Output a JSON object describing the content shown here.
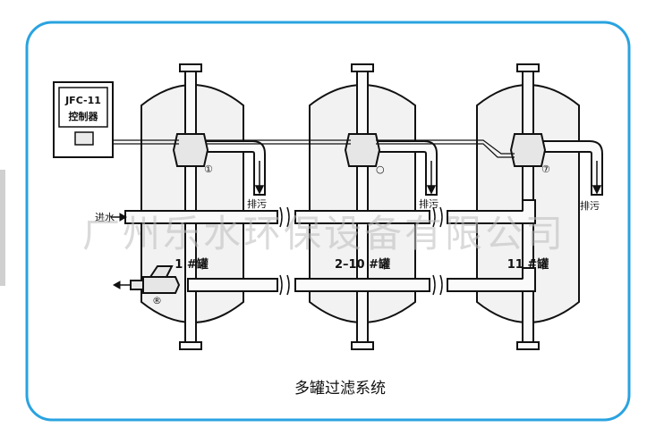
{
  "controller": {
    "line1": "JFC-11",
    "line2": "控制器"
  },
  "inlet_label": "进水",
  "drain_label": "排污",
  "tanks": [
    {
      "label": "1 #罐",
      "valve_mark": "①"
    },
    {
      "label": "2–10 #罐",
      "valve_mark": "○"
    },
    {
      "label": "11 #罐",
      "valve_mark": "⑦"
    }
  ],
  "outlet_valve_mark": "®",
  "caption": "多罐过滤系统",
  "watermark": "广州乐水环保设备有限公司",
  "colors": {
    "frame": "#2aa3e0",
    "line": "#111111",
    "tank_fill": "#f2f2f2"
  }
}
